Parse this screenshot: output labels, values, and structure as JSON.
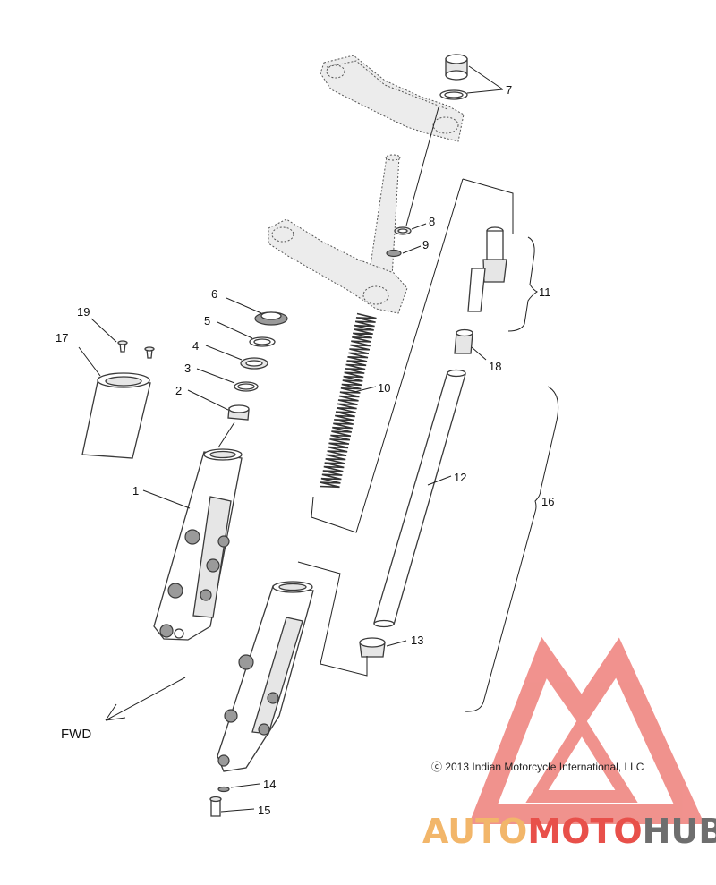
{
  "callouts": [
    {
      "id": "c1",
      "label": "1"
    },
    {
      "id": "c2",
      "label": "2"
    },
    {
      "id": "c3",
      "label": "3"
    },
    {
      "id": "c4",
      "label": "4"
    },
    {
      "id": "c5",
      "label": "5"
    },
    {
      "id": "c6",
      "label": "6"
    },
    {
      "id": "c7",
      "label": "7"
    },
    {
      "id": "c8",
      "label": "8"
    },
    {
      "id": "c9",
      "label": "9"
    },
    {
      "id": "c10",
      "label": "10"
    },
    {
      "id": "c11",
      "label": "11"
    },
    {
      "id": "c12",
      "label": "12"
    },
    {
      "id": "c13",
      "label": "13"
    },
    {
      "id": "c14",
      "label": "14"
    },
    {
      "id": "c15",
      "label": "15"
    },
    {
      "id": "c16",
      "label": "16"
    },
    {
      "id": "c17",
      "label": "17"
    },
    {
      "id": "c18",
      "label": "18"
    },
    {
      "id": "c19",
      "label": "19"
    }
  ],
  "direction_label": "FWD",
  "copyright": "ⓒ 2013 Indian Motorcycle International, LLC",
  "watermark": {
    "part1": "AUTO",
    "part2": "MOTO",
    "part3": "HUB",
    "color_light": "#f2b66a",
    "color_red": "#e8504a",
    "color_gray": "#6e6e6e"
  }
}
